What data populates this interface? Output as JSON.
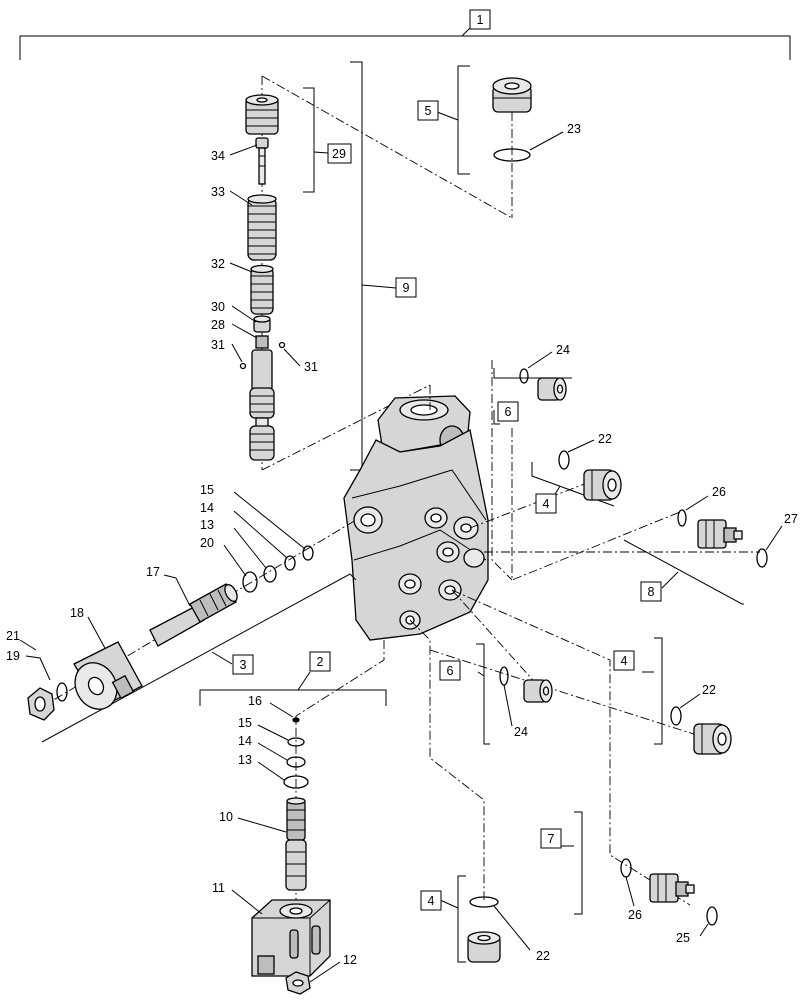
{
  "diagram": {
    "box_labels": {
      "b1": "1",
      "b2": "2",
      "b3": "3",
      "b4a": "4",
      "b4b": "4",
      "b4c": "4",
      "b5": "5",
      "b6a": "6",
      "b6b": "6",
      "b7": "7",
      "b8": "8",
      "b9": "9",
      "b29": "29"
    },
    "callouts": {
      "c10": "10",
      "c11": "11",
      "c12": "12",
      "c13a": "13",
      "c13b": "13",
      "c14a": "14",
      "c14b": "14",
      "c15a": "15",
      "c15b": "15",
      "c16": "16",
      "c17": "17",
      "c18": "18",
      "c19": "19",
      "c20": "20",
      "c21": "21",
      "c22a": "22",
      "c22b": "22",
      "c22c": "22",
      "c23": "23",
      "c24a": "24",
      "c24b": "24",
      "c25": "25",
      "c26a": "26",
      "c26b": "26",
      "c27": "27",
      "c28": "28",
      "c30": "30",
      "c31a": "31",
      "c31b": "31",
      "c32": "32",
      "c33": "33",
      "c34": "34"
    }
  }
}
